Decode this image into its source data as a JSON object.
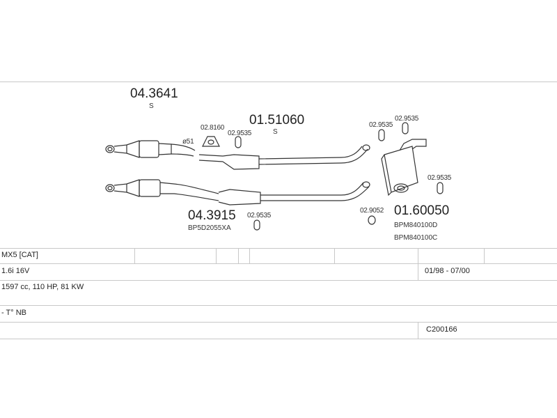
{
  "parts": {
    "cat_front": {
      "number": "04.3641",
      "suffix": "S"
    },
    "middle": {
      "number": "01.51060",
      "suffix": "S"
    },
    "cat_lower": {
      "number": "04.3915",
      "alt": "BP5D2055XA"
    },
    "rear": {
      "number": "01.60050",
      "alt1": "BPM840100D",
      "alt2": "BPM840100C"
    },
    "gasket": {
      "number": "02.8160"
    },
    "hanger_a": {
      "number": "02.9535"
    },
    "hanger_b": {
      "number": "02.9535"
    },
    "hanger_c": {
      "number": "02.9535"
    },
    "hanger_d": {
      "number": "02.9535"
    },
    "hanger_e": {
      "number": "02.9535"
    },
    "ring": {
      "number": "02.9052"
    },
    "diameter": {
      "label": "ø51"
    }
  },
  "vehicle": {
    "model": "MX5  [CAT]",
    "engine": "1.6i 16V",
    "years": "01/98 - 07/00",
    "specs": "1597 cc, 110 HP, 81 KW",
    "type": "- T° NB",
    "code": "C200166"
  }
}
